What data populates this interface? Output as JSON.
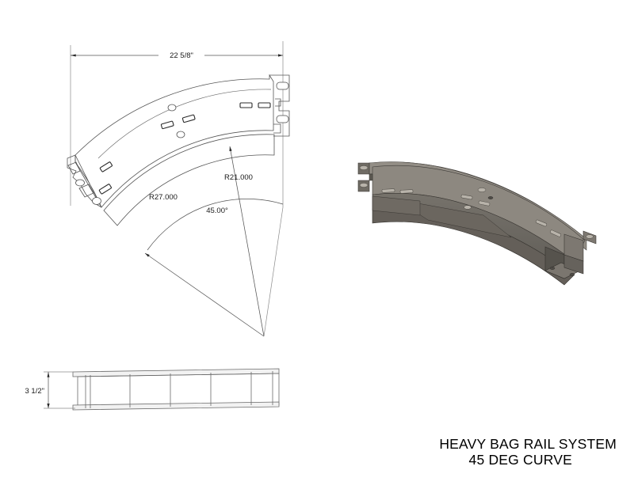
{
  "sheet": {
    "background_color": "#ffffff",
    "line_color": "#555555",
    "text_color": "#000000"
  },
  "title_block": {
    "line1": "HEAVY BAG RAIL SYSTEM",
    "line2": "45 DEG CURVE"
  },
  "views": {
    "plan": {
      "name": "plan-view",
      "label": "45 degree curved rail plan view"
    },
    "iso": {
      "name": "isometric-view",
      "label": "3D isometric model of curved rail",
      "surface_color": "#8d8880",
      "shadow_color": "#6f6b64"
    },
    "elevation": {
      "name": "elevation-view",
      "label": "side elevation view of rail"
    }
  },
  "dimensions": {
    "overall_width": "22 5/8\"",
    "outer_radius": "R27.000",
    "inner_radius": "R21.000",
    "included_angle": "45.00°",
    "section_height": "3 1/2\""
  },
  "chart_data": {
    "type": "table",
    "title": "HEAVY BAG RAIL SYSTEM 45 DEG CURVE",
    "categories": [
      "overall_width",
      "outer_radius",
      "inner_radius",
      "included_angle",
      "section_height"
    ],
    "values": [
      "22 5/8\"",
      "R27.000",
      "R21.000",
      "45.00°",
      "3 1/2\""
    ]
  }
}
